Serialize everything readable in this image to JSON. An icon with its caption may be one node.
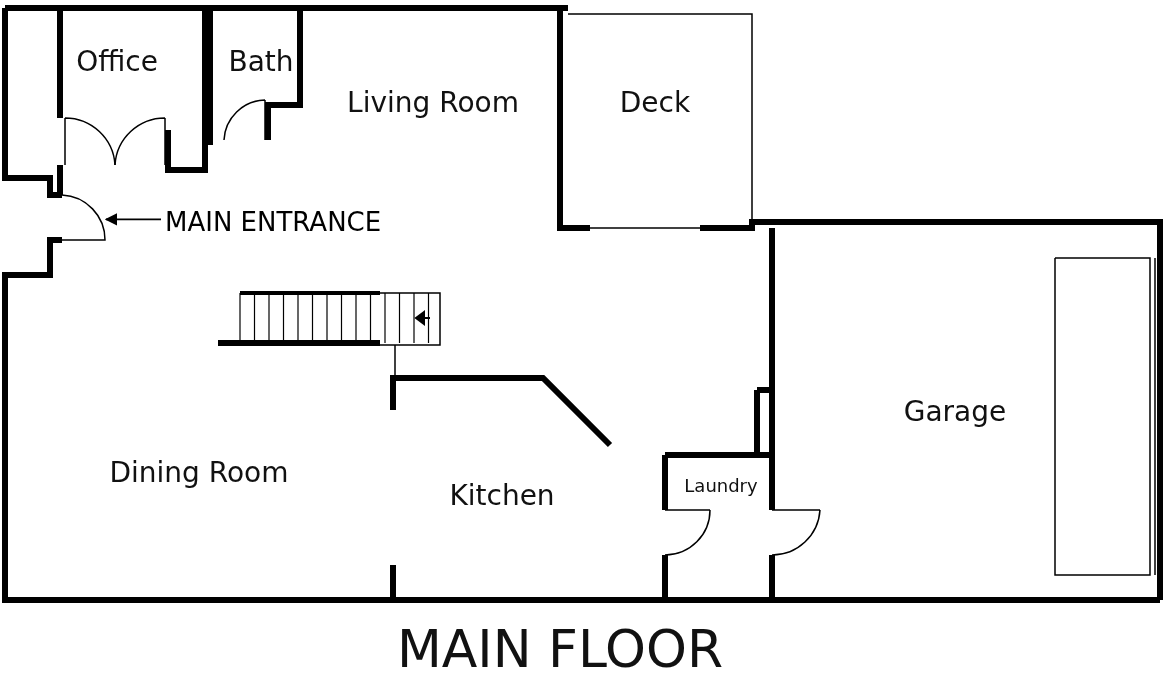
{
  "diagram": {
    "title": "MAIN FLOOR",
    "nodes": [
      {
        "text": [
          "MAIN ENTRANCE"
        ]
      },
      {
        "text": [],
        "shape": "door"
      }
    ],
    "edges": [
      {
        "from": 0,
        "to": 1,
        "arrow": "to"
      }
    ],
    "labels": [
      "Office",
      "Bath",
      "Living Room",
      "Deck",
      "Garage",
      "Dining Room",
      "Laundry",
      "Kitchen"
    ]
  }
}
